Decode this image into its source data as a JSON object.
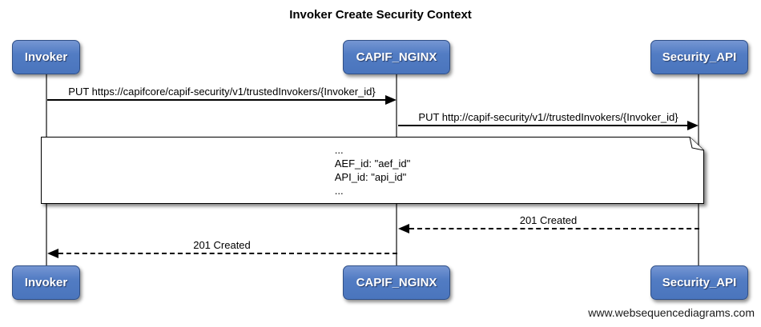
{
  "title": "Invoker Create Security Context",
  "actors": [
    {
      "name": "Invoker"
    },
    {
      "name": "CAPIF_NGINX"
    },
    {
      "name": "Security_API"
    }
  ],
  "messages": [
    {
      "label": "PUT https://capifcore/capif-security/v1/trustedInvokers/{Invoker_id}",
      "from": "Invoker",
      "to": "CAPIF_NGINX",
      "line": "solid"
    },
    {
      "label": "PUT http://capif-security/v1//trustedInvokers/{Invoker_id}",
      "from": "CAPIF_NGINX",
      "to": "Security_API",
      "line": "solid"
    },
    {
      "label": "201 Created",
      "from": "Security_API",
      "to": "CAPIF_NGINX",
      "line": "dashed"
    },
    {
      "label": "201 Created",
      "from": "CAPIF_NGINX",
      "to": "Invoker",
      "line": "dashed"
    }
  ],
  "note": {
    "lines": [
      "...",
      "AEF_id: \"aef_id\"",
      "API_id: \"api_id\"",
      "..."
    ]
  },
  "footer": "www.websequencediagrams.com",
  "colors": {
    "actor_fill_top": "#7596d3",
    "actor_fill_bottom": "#4a75bd",
    "actor_border": "#2f4f87",
    "actor_text": "#ffffff",
    "lifeline": "#6e6e6e",
    "message_line": "#000000",
    "note_fill": "#ffffff",
    "note_border": "#000000",
    "background": "#ffffff"
  }
}
